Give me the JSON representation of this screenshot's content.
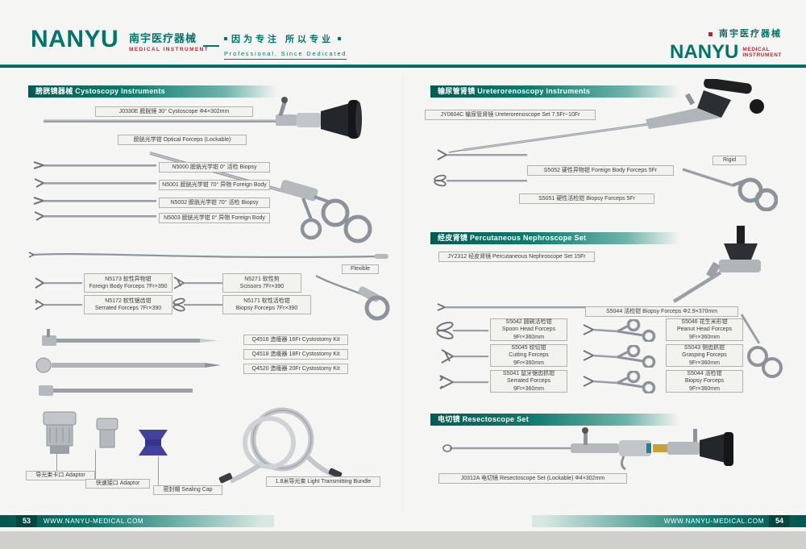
{
  "theme": {
    "teal": "#00766b",
    "red": "#c2242b",
    "bar_dark": "#015c52"
  },
  "header": {
    "brand": "NANYU",
    "brand_cn": "南宇医疗器械",
    "brand_sub": "MEDICAL  INSTRUMENT",
    "slogan_cn": "因为专注  所以专业",
    "slogan_en": "Professional, Since Dedicated",
    "right_cn": "南宇医疗器械",
    "right_brand": "NANYU",
    "right_sub1": "MEDICAL",
    "right_sub2": "INSTRUMENT"
  },
  "footer": {
    "website": "WWW.NANYU-MEDICAL.COM",
    "left_no": "53",
    "right_no": "54"
  },
  "left_page": {
    "section_title": "膀胱镜器械  Cystoscopy Instruments",
    "labels": {
      "j0330e": "J0330E 膀胱镜 30°  Cystoscope  Φ4×302mm",
      "optical": "膀胱光学钳 Optical Forceps (Lockable)",
      "n5000": "N5000 膀胱光学钳  0°  活检 Biopsy",
      "n5001": "N5001 膀胱光学钳 70°  异物 Foreign Body",
      "n5002": "N5002 膀胱光学钳 70°  活检 Biopsy",
      "n5003": "N5003 膀胱光学钳  0°  异物 Foreign Body",
      "flexible": "Flexible",
      "n5173": {
        "l1": "N5173 软性异物钳",
        "l2": "Foreign Body Forceps 7Fr×390"
      },
      "n5271": {
        "l1": "N5271 软性剪",
        "l2": "Scissors 7Fr×390"
      },
      "n5172": {
        "l1": "N5172 软性锯齿钳",
        "l2": "Serrated Forceps 7Fr×390"
      },
      "n5171": {
        "l1": "N5171 软性活检钳",
        "l2": "Biopsy Forceps 7Fr×390"
      },
      "q4516": "Q4516 造瘘器 16Fr Cystostomy Kit",
      "q4518": "Q4518 造瘘器 18Fr Cystostomy Kit",
      "q4520": "Q4520 造瘘器 20Fr Cystostomy Kit",
      "adaptor_bayonet": "导光束卡口 Adaptor",
      "adaptor_quick": "快速接口 Adaptor",
      "sealing_cap": "密封帽 Sealing Cap",
      "light_bundle": "1.8米导光束  Light Transmitting Bundle"
    }
  },
  "right_page": {
    "section1_title": "输尿管肾镜 Ureterorenoscopy Instruments",
    "section2_title": "经皮肾镜 Percutaneous Nephroscope Set",
    "section3_title": "电切镜  Resectoscope Set",
    "labels": {
      "jy0604c": "JY0604C 输尿管肾镜 Ureterorenoscope Set 7.5Fr~10Fr",
      "rigid": "Rigid",
      "s5052": "S5052 硬性异物钳 Foreign Body Forceps 5Fr",
      "s5051": "S5051 硬性活检钳 Biopsy Forceps 5Fr",
      "jy2312": "JY2312 经皮肾镜 Percutaneous Nephroscope Set 15Fr",
      "s5044_long": "S5044 活检钳 Biopsy Forceps  Φ2.9×370mm",
      "s5042": {
        "l1": "S5042 圆碗活检钳",
        "l2": "Spoon Head Forceps",
        "l3": "9Fr×360mm"
      },
      "s5046": {
        "l1": "S5046 花生米形钳",
        "l2": "Peanut Head Forceps",
        "l3": "9Fr×360mm"
      },
      "s5045": {
        "l1": "S5045 绞切钳",
        "l2": "Cutting Forceps",
        "l3": "9Fr×360mm"
      },
      "s5043": {
        "l1": "S5043 侧齿抓钳",
        "l2": "Grasping Forceps",
        "l3": "9Fr×360mm"
      },
      "s5041": {
        "l1": "S5041 鼠牙锯齿抓钳",
        "l2": "Serrated Forceps",
        "l3": "9Fr×360mm"
      },
      "s5044b": {
        "l1": "S5044 活检钳",
        "l2": "Biopsy Forceps",
        "l3": "9Fr×360mm"
      },
      "j0312a": "J0312A 电切镜 Resectoscope Set (Lockable)  Φ4×302mm"
    }
  }
}
